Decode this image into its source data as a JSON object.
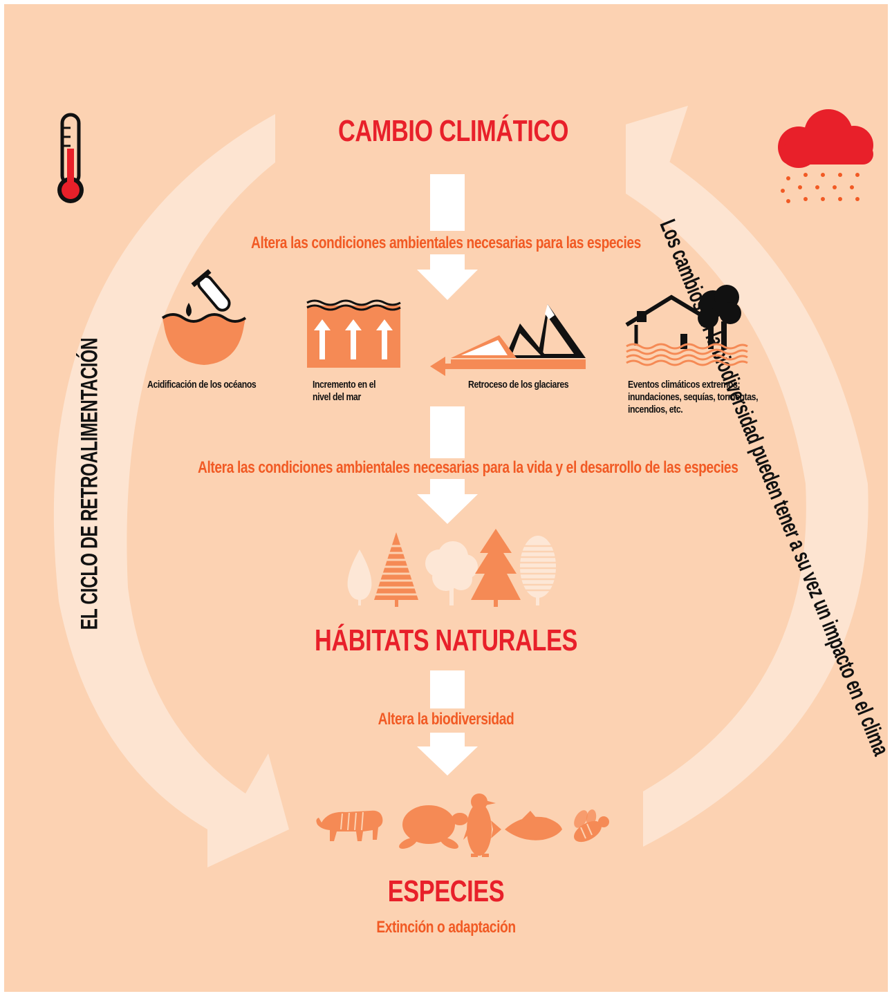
{
  "colors": {
    "background": "#fcd2b2",
    "title_red": "#e8202a",
    "subtitle_orange": "#f15a24",
    "icon_orange": "#f58a55",
    "light_cream": "#fde7d6",
    "arrow_white": "#ffffff",
    "text_dark": "#111111"
  },
  "top_title": "CAMBIO CLIMÁTICO",
  "step1_text": "Altera las condiciones ambientales necesarias para las especies",
  "effects": [
    {
      "icon": "ocean-acidification-icon",
      "label": "Acidificación de los océanos"
    },
    {
      "icon": "sea-level-rise-icon",
      "label": "Incremento en el nivel del mar"
    },
    {
      "icon": "glacier-retreat-icon",
      "label": "Retroceso de los glaciares"
    },
    {
      "icon": "extreme-weather-icon",
      "label": "Eventos climáticos extremos: inundaciones, sequías, tormentas, incendios, etc."
    }
  ],
  "step2_text": "Altera las condiciones ambientales necesarias para la vida y el desarrollo de las especies",
  "habitats_title": "HÁBITATS NATURALES",
  "step3_text": "Altera la biodiversidad",
  "species_title": "ESPECIES",
  "species_subtitle": "Extinción o adaptación",
  "left_cycle_label": "EL CICLO DE RETROALIMENTACIÓN",
  "right_cycle_label": "Los cambios en la biodiversidad pueden tener a su vez un impacto en el clima",
  "decor_icons": [
    "thermometer-icon",
    "rain-cloud-icon"
  ],
  "tree_icons": [
    "leaf-tree-icon",
    "striped-pine-icon",
    "round-tree-icon",
    "fir-tree-icon",
    "striped-oval-tree-icon"
  ],
  "animal_icons": [
    "tiger-icon",
    "turtle-icon",
    "penguin-icon",
    "fish-icon",
    "bee-icon"
  ]
}
